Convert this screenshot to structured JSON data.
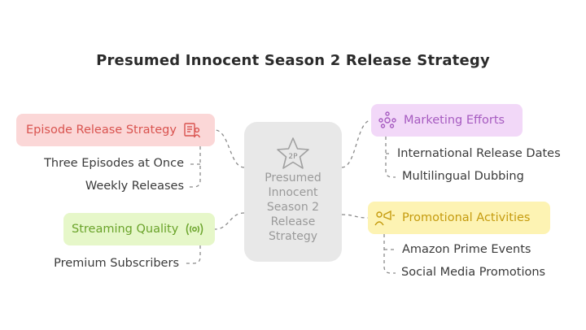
{
  "title": "Presumed Innocent Season 2 Release Strategy",
  "center": {
    "lines": [
      "Presumed",
      "Innocent",
      "Season 2",
      "Release",
      "Strategy"
    ],
    "icon": "star-2p-icon",
    "icon_text": "2P"
  },
  "branches": {
    "episode": {
      "label": "Episode Release Strategy",
      "icon": "clipboard-person-icon",
      "color": "#d9534f",
      "items": [
        "Three Episodes at Once",
        "Weekly Releases"
      ]
    },
    "streaming": {
      "label": "Streaming Quality",
      "icon": "broadcast-icon",
      "color": "#6aa32a",
      "items": [
        "Premium Subscribers"
      ]
    },
    "marketing": {
      "label": "Marketing Efforts",
      "icon": "team-gear-icon",
      "color": "#a65bc0",
      "items": [
        "International Release Dates",
        "Multilingual Dubbing"
      ]
    },
    "promotional": {
      "label": "Promotional Activities",
      "icon": "megaphone-person-icon",
      "color": "#c59b0e",
      "items": [
        "Amazon Prime Events",
        "Social Media Promotions"
      ]
    }
  }
}
